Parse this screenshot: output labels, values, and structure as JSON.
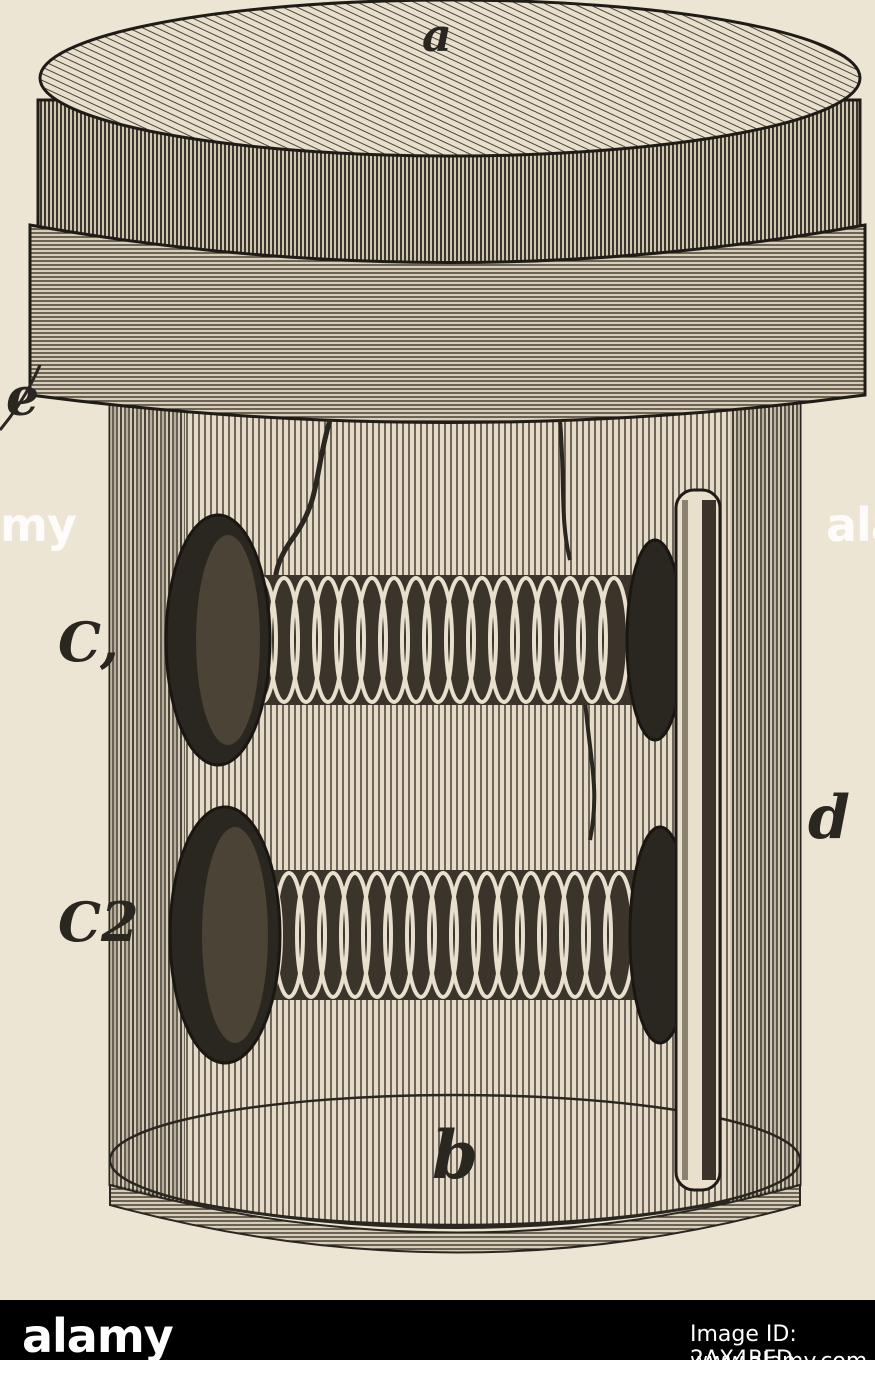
{
  "figure": {
    "labels": {
      "top": "a",
      "left_edge": "e",
      "coil_top": "C,",
      "coil_bottom": "C2",
      "rod": "d",
      "base": "b"
    }
  },
  "watermark": {
    "brand": "alamy",
    "side_left": "my",
    "side_right": "ala"
  },
  "footer": {
    "logo": "alamy",
    "image_id": "Image ID: 2AX4RFD",
    "url": "www.alamy.com"
  },
  "colors": {
    "paper": "#ede5d4",
    "ink": "#2a2620",
    "bar": "#000000"
  }
}
